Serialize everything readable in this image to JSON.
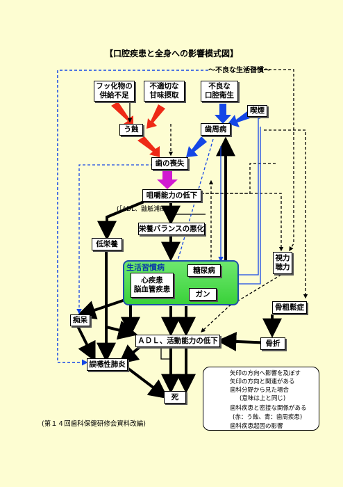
{
  "title": "【口腔疾患と全身への影響模式図】",
  "subtitle": "～不良な生活習慣～",
  "nodes": {
    "fluoride": "フッ化物の\n供給不足",
    "sugar": "不適切な\n甘味摂取",
    "hygiene": "不良な\n口腔衛生",
    "smoking": "喫煙",
    "caries": "う蝕",
    "periodontal": "歯周病",
    "tooth_loss": "歯の喪失",
    "chewing_decline": "咀嚼能力の低下",
    "adl_paren": "(［ADL、鼬觝浦矼〉",
    "nutrition_balance": "栄養バランスの悪化",
    "malnutrition": "低栄養",
    "vision_hearing": "視力\n聴力",
    "lifestyle_disease": "生活習慣病",
    "heart_brain": "心疾患\n脳血管疾患",
    "diabetes": "糖尿病",
    "cancer": "ガン",
    "osteoporosis": "骨粗鬆症",
    "dementia": "痴呆",
    "adl_decline": "ＡＤＬ、活動能力の低下",
    "fracture": "骨折",
    "aspiration": "誤嚥性肺炎",
    "death": "死"
  },
  "legend": {
    "solid": "矢印の方向へ影響を及ぼす",
    "dashed": "矢印の方向と関連がある",
    "blue_thin": "歯科分野から見た場合",
    "blue_thin_note": "(意味は上と同じ)",
    "color_arrow": "歯科疾患と密接な関係がある",
    "color_arrow_note": "(赤：う蝕、青：歯周疾患)",
    "magenta_arrow": "歯科疾患起因の影響"
  },
  "source": "(第１４回歯科保健研修会資料改編)",
  "colors": {
    "background": "#fdfdd2",
    "red": "#ee2a16",
    "blue": "#1547e6",
    "magenta": "#d11ad1",
    "green": "#3ad13a"
  }
}
